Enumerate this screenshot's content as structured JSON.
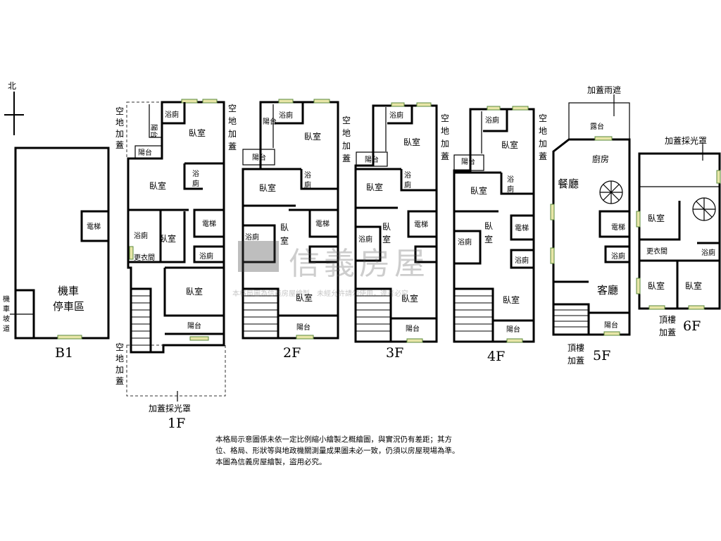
{
  "north": "北",
  "floors": {
    "b1": "B1",
    "f1": "1F",
    "f2": "2F",
    "f3": "3F",
    "f4": "4F",
    "f5": "5F",
    "f6": "6F"
  },
  "rooms": {
    "scooter_parking_line1": "機車",
    "scooter_parking_line2": "停車區",
    "elevator": "電梯",
    "scooter_ramp": [
      "機",
      "車",
      "坡",
      "道"
    ],
    "bedroom": "臥室",
    "bath": "浴廁",
    "balcony": "陽台",
    "closet": "更衣間",
    "walkin_closet": "更衣間",
    "kitchen": "廚房",
    "dining": "餐廳",
    "living": "客廳",
    "terrace": "露台",
    "wo": "臥",
    "shi": "室",
    "yu": "浴",
    "ce": "廁"
  },
  "annotations": {
    "open_land_addition": [
      "空",
      "地",
      "加",
      "蓋"
    ],
    "skylight_addition": "加蓋採光罩",
    "canopy_addition": "加蓋雨遮",
    "rooftop_addition_line1": "頂樓",
    "rooftop_addition_line2": "加蓋"
  },
  "watermark": {
    "brand": "信義房屋",
    "sub": "本格局圖為信義房屋繪製，未經允許請勿使用，違者必究"
  },
  "note": [
    "本格局示意圖係未依一定比例縮小繪製之概繪圖，與實況仍有差距；其方",
    "位、格局、形狀等與地政機關測量成果圖未必一致，仍須以房屋現場為準。",
    "本圖為信義房屋繪製，盜用必究。"
  ]
}
